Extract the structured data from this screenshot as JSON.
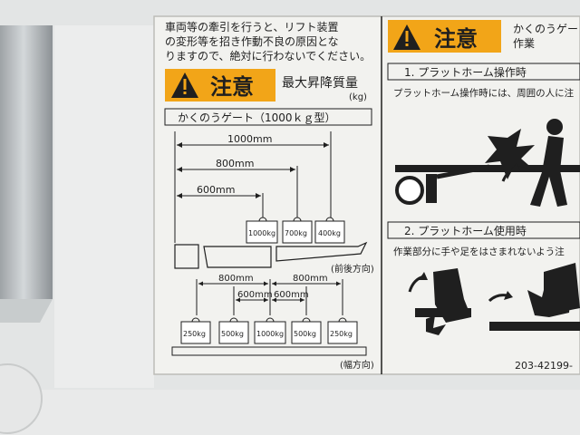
{
  "caution": {
    "top_text_lines": [
      "車両等の牽引を行うと、リフト装置",
      "の変形等を招き作動不良の原因とな",
      "りますので、絶対に行わないでください。"
    ],
    "badge_label": "注意",
    "title": "最大昇降質量",
    "unit": "(kg)",
    "gate_type": "かくのうゲート（1000ｋｇ型）"
  },
  "longitudinal": {
    "dims": [
      "1000mm",
      "800mm",
      "600mm"
    ],
    "weights": [
      "1000kg",
      "700kg",
      "400kg"
    ],
    "direction_label": "(前後方向)"
  },
  "lateral": {
    "dims_outer_left": "800mm",
    "dims_outer_right": "800mm",
    "dims_inner_left": "600mm",
    "dims_inner_right": "600mm",
    "weights": [
      "250kg",
      "500kg",
      "1000kg",
      "500kg",
      "250kg"
    ],
    "direction_label": "(幅方向)"
  },
  "right_panel": {
    "top_badge_label": "注意",
    "top_heading_lines": [
      "かくのうゲー",
      "作業"
    ],
    "section1_title": "1. プラットホーム操作時",
    "section1_text": "プラットホーム操作時には、周囲の人に注",
    "section2_title": "2. プラットホーム使用時",
    "section2_text": "作業部分に手や足をはさまれないよう注",
    "part_number": "203-42199-"
  },
  "colors": {
    "warning_yellow": "#f2a518",
    "label_bg": "#f2f2ef",
    "ink": "#1f1f1f"
  }
}
